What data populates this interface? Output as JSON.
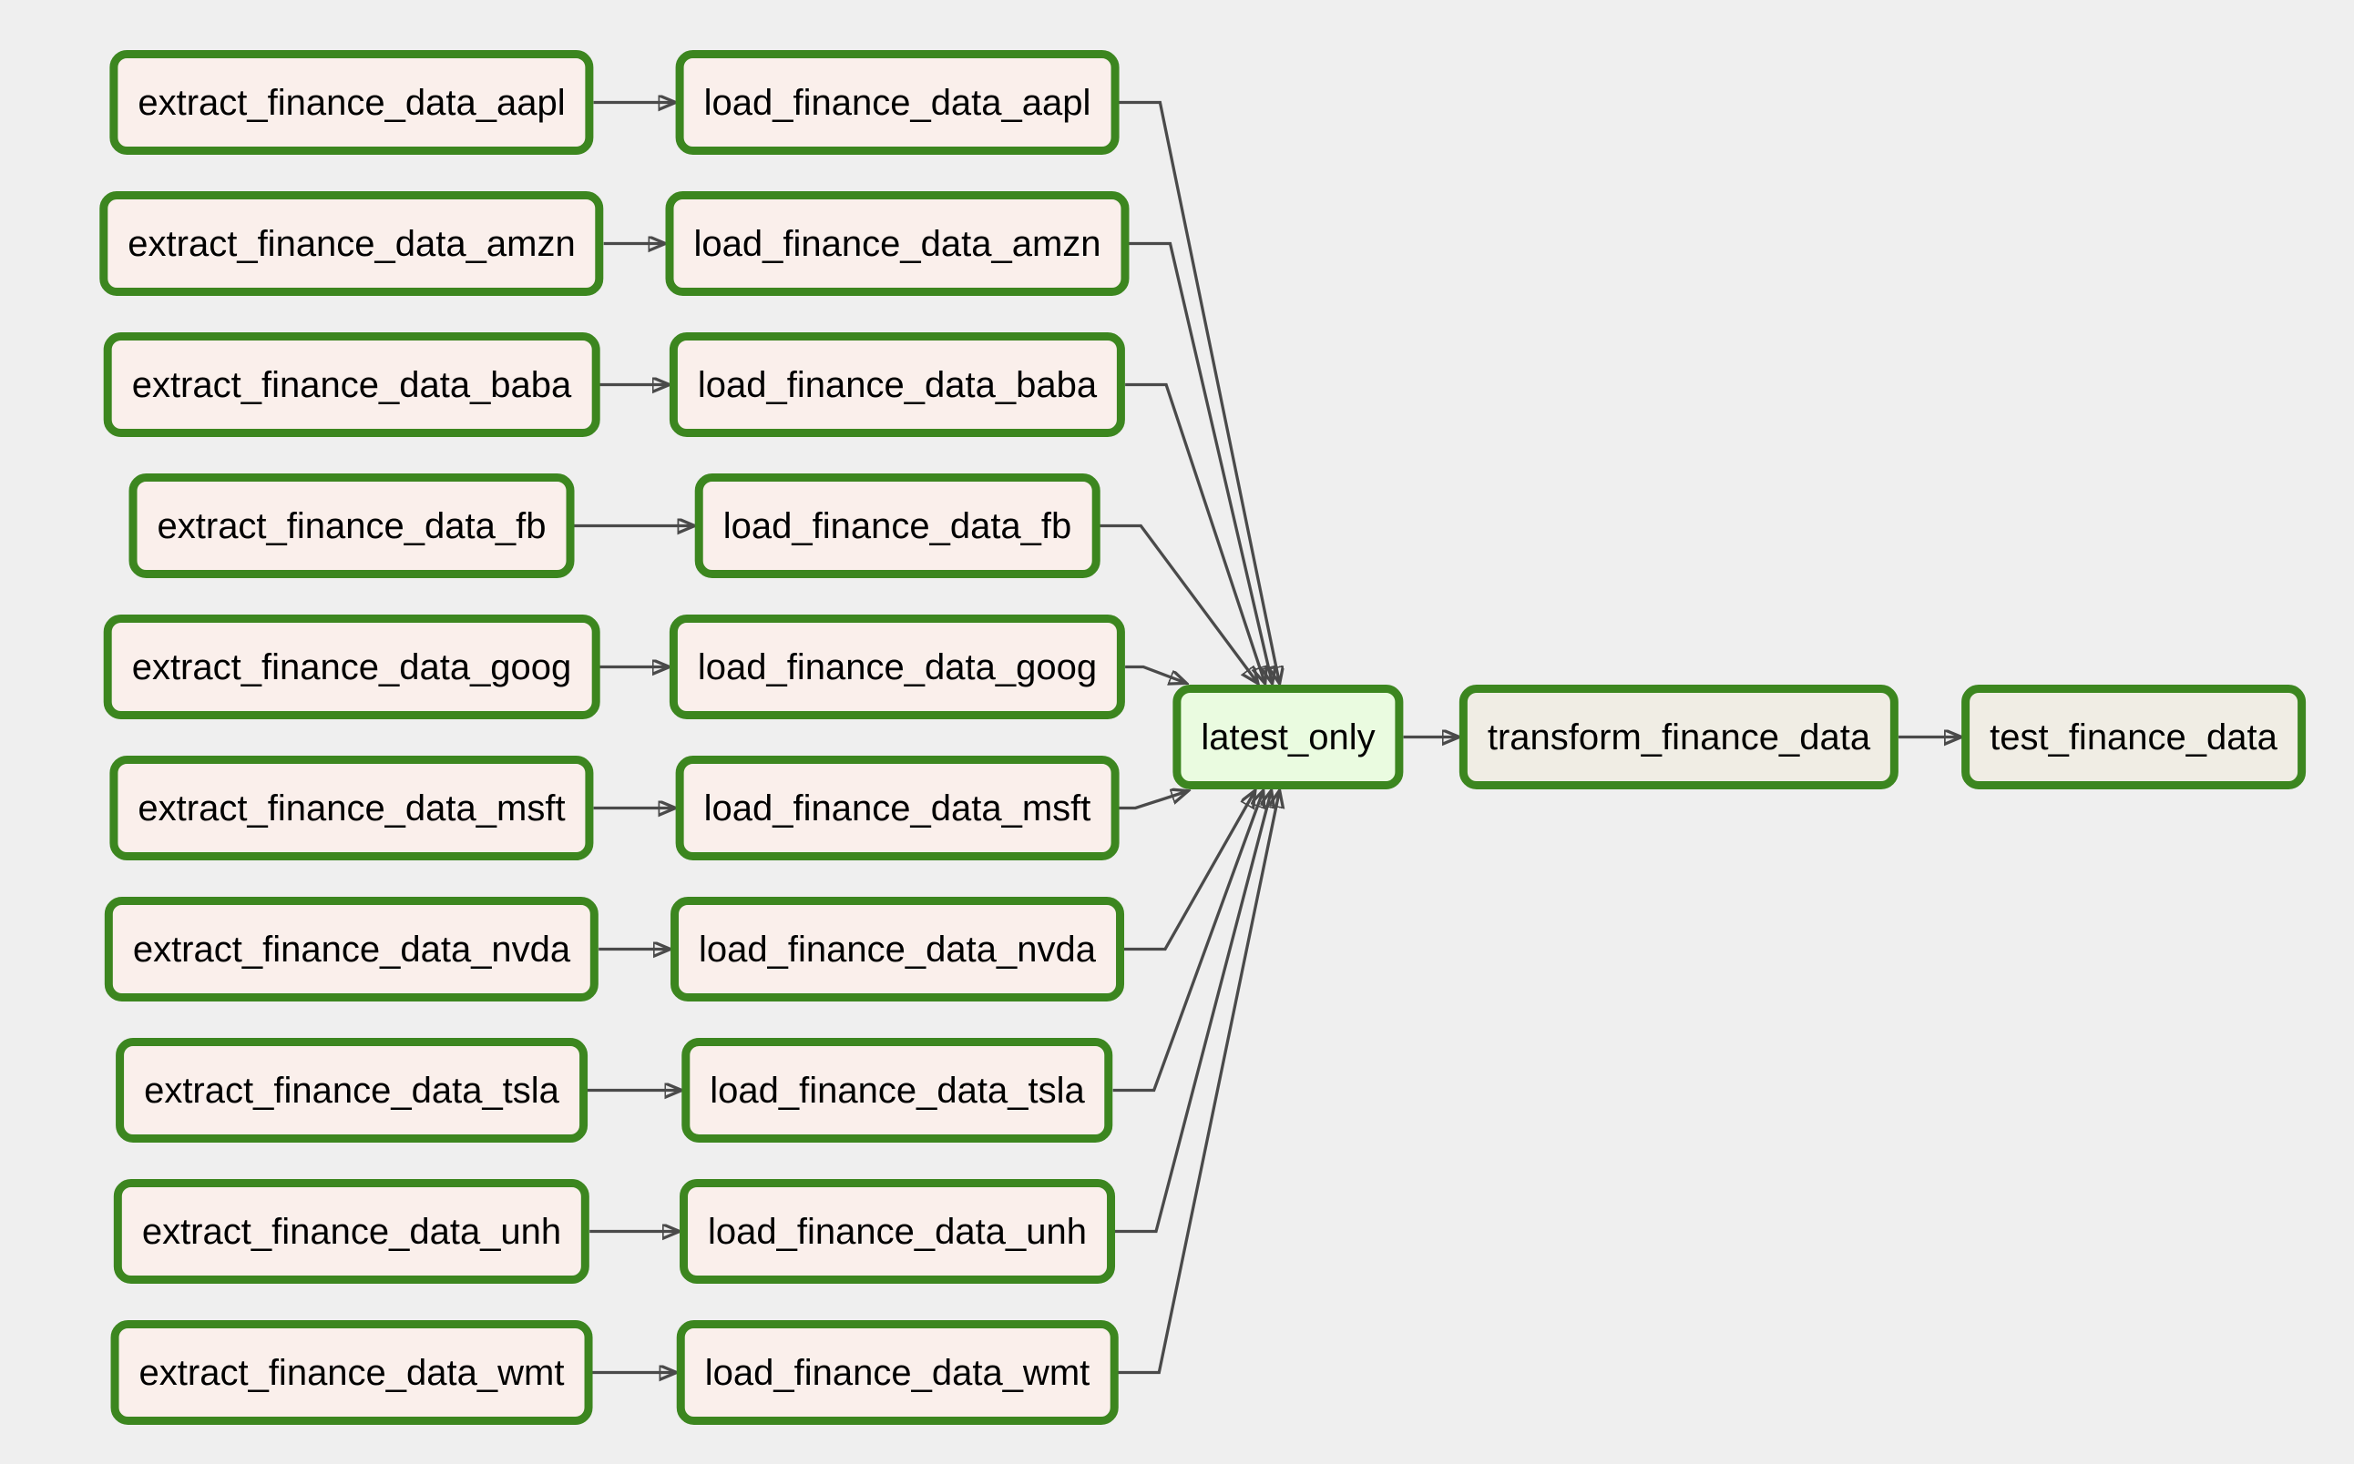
{
  "diagram": {
    "rows": [
      {
        "ticker": "aapl",
        "extract": "extract_finance_data_aapl",
        "load": "load_finance_data_aapl"
      },
      {
        "ticker": "amzn",
        "extract": "extract_finance_data_amzn",
        "load": "load_finance_data_amzn"
      },
      {
        "ticker": "baba",
        "extract": "extract_finance_data_baba",
        "load": "load_finance_data_baba"
      },
      {
        "ticker": "fb",
        "extract": "extract_finance_data_fb",
        "load": "load_finance_data_fb"
      },
      {
        "ticker": "goog",
        "extract": "extract_finance_data_goog",
        "load": "load_finance_data_goog"
      },
      {
        "ticker": "msft",
        "extract": "extract_finance_data_msft",
        "load": "load_finance_data_msft"
      },
      {
        "ticker": "nvda",
        "extract": "extract_finance_data_nvda",
        "load": "load_finance_data_nvda"
      },
      {
        "ticker": "tsla",
        "extract": "extract_finance_data_tsla",
        "load": "load_finance_data_tsla"
      },
      {
        "ticker": "unh",
        "extract": "extract_finance_data_unh",
        "load": "load_finance_data_unh"
      },
      {
        "ticker": "wmt",
        "extract": "extract_finance_data_wmt",
        "load": "load_finance_data_wmt"
      }
    ],
    "nodes": {
      "latest_only": {
        "label": "latest_only"
      },
      "transform": {
        "label": "transform_finance_data"
      },
      "test": {
        "label": "test_finance_data"
      }
    },
    "edges": [
      [
        "extract_finance_data_aapl",
        "load_finance_data_aapl"
      ],
      [
        "extract_finance_data_amzn",
        "load_finance_data_amzn"
      ],
      [
        "extract_finance_data_baba",
        "load_finance_data_baba"
      ],
      [
        "extract_finance_data_fb",
        "load_finance_data_fb"
      ],
      [
        "extract_finance_data_goog",
        "load_finance_data_goog"
      ],
      [
        "extract_finance_data_msft",
        "load_finance_data_msft"
      ],
      [
        "extract_finance_data_nvda",
        "load_finance_data_nvda"
      ],
      [
        "extract_finance_data_tsla",
        "load_finance_data_tsla"
      ],
      [
        "extract_finance_data_unh",
        "load_finance_data_unh"
      ],
      [
        "extract_finance_data_wmt",
        "load_finance_data_wmt"
      ],
      [
        "load_finance_data_aapl",
        "latest_only"
      ],
      [
        "load_finance_data_amzn",
        "latest_only"
      ],
      [
        "load_finance_data_baba",
        "latest_only"
      ],
      [
        "load_finance_data_fb",
        "latest_only"
      ],
      [
        "load_finance_data_goog",
        "latest_only"
      ],
      [
        "load_finance_data_msft",
        "latest_only"
      ],
      [
        "load_finance_data_nvda",
        "latest_only"
      ],
      [
        "load_finance_data_tsla",
        "latest_only"
      ],
      [
        "load_finance_data_unh",
        "latest_only"
      ],
      [
        "load_finance_data_wmt",
        "latest_only"
      ],
      [
        "latest_only",
        "transform_finance_data"
      ],
      [
        "transform_finance_data",
        "test_finance_data"
      ]
    ],
    "colors": {
      "background": "#efefef",
      "extract_load_fill": "#faefeb",
      "latest_only_fill": "#eafbe0",
      "downstream_fill": "#f0ede4",
      "node_border": "#3c861f",
      "edge": "#4a4a4a",
      "arrowhead": "#262626",
      "text": "#000000"
    }
  }
}
